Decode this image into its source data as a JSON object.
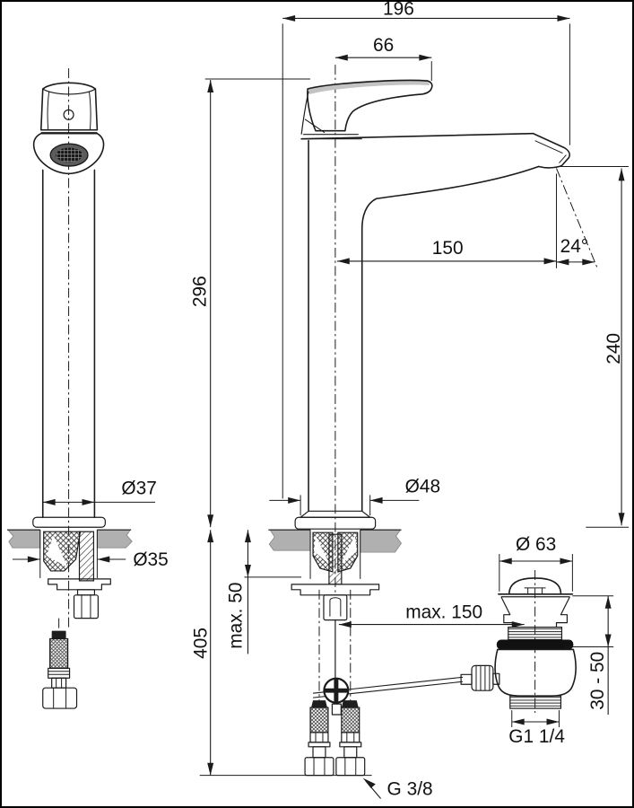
{
  "drawing": {
    "kind": "technical installation drawing",
    "subject": "single-lever high basin mixer (vessel faucet) with flexible hoses and pop-up waste",
    "units": "mm",
    "dims": {
      "overall_depth": "196",
      "handle_reach": "66",
      "body_height": "296",
      "spout_reach": "150",
      "spout_angle": "24°",
      "outlet_height": "240",
      "body_diameter": "Ø37",
      "hole_diameter": "Ø35",
      "base_diameter": "Ø48",
      "waste_flange_diameter": "Ø 63",
      "max_deck_thickness": "max. 50",
      "max_rod_reach": "max. 150",
      "hose_length": "405",
      "waste_deck_range": "30 - 50",
      "waste_thread": "G1 1/4",
      "hose_thread": "G 3/8"
    }
  }
}
